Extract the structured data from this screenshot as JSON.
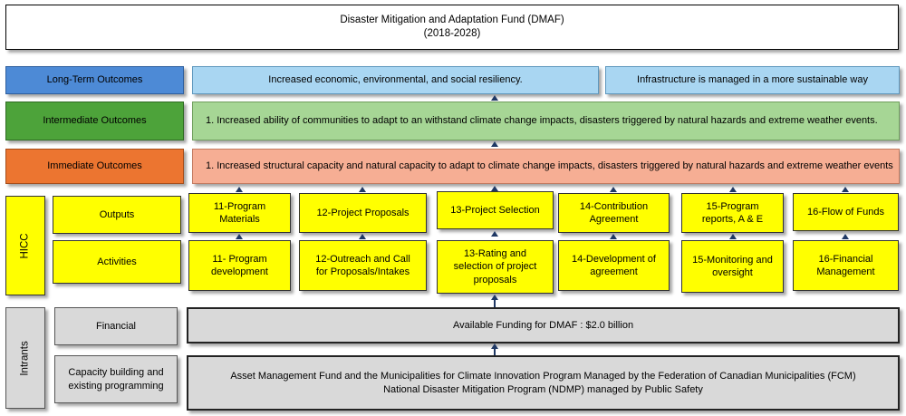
{
  "title": {
    "line1": "Disaster Mitigation and Adaptation Fund (DMAF)",
    "line2": "(2018-2028)"
  },
  "levels": {
    "long_term": "Long-Term Outcomes",
    "intermediate": "Intermediate Outcomes",
    "immediate": "Immediate Outcomes",
    "hicc": "HICC",
    "outputs": "Outputs",
    "activities": "Activities",
    "intrants": "Intrants",
    "financial": "Financial",
    "capacity": "Capacity building and existing programming"
  },
  "long_term_outcomes": [
    "Increased economic, environmental, and social resiliency.",
    "Infrastructure is managed in a more sustainable way"
  ],
  "intermediate_outcome": "1. Increased ability of communities to adapt to an withstand climate change impacts, disasters triggered by natural hazards and extreme weather events.",
  "immediate_outcome": "1. Increased structural capacity and natural capacity to adapt to climate change impacts, disasters triggered by natural hazards and extreme weather events",
  "outputs": [
    "11-Program Materials",
    "12-Project Proposals",
    "13-Project Selection",
    "14-Contribution Agreement",
    "15-Program reports, A & E",
    "16-Flow of Funds"
  ],
  "activities": [
    "11- Program development",
    "12-Outreach and Call for Proposals/Intakes",
    "13-Rating and selection of project proposals",
    "14-Development of agreement",
    "15-Monitoring and oversight",
    "16-Financial Management"
  ],
  "financial_text": "Available Funding for DMAF : $2.0 billion",
  "capacity_text": {
    "line1": "Asset Management Fund and the Municipalities for Climate Innovation Program Managed by the Federation of Canadian Municipalities (FCM)",
    "line2": "National Disaster Mitigation Program (NDMP) managed by Public Safety"
  },
  "colors": {
    "long_term_label": "#4d8ad6",
    "long_term_box": "#a9d6f2",
    "intermediate_label": "#4da33a",
    "intermediate_box": "#a6d695",
    "immediate_label": "#ec7530",
    "immediate_box": "#f6ae94",
    "hicc": "#ffff00",
    "intrants": "#d9d9d9",
    "arrow": "#1f3864"
  }
}
